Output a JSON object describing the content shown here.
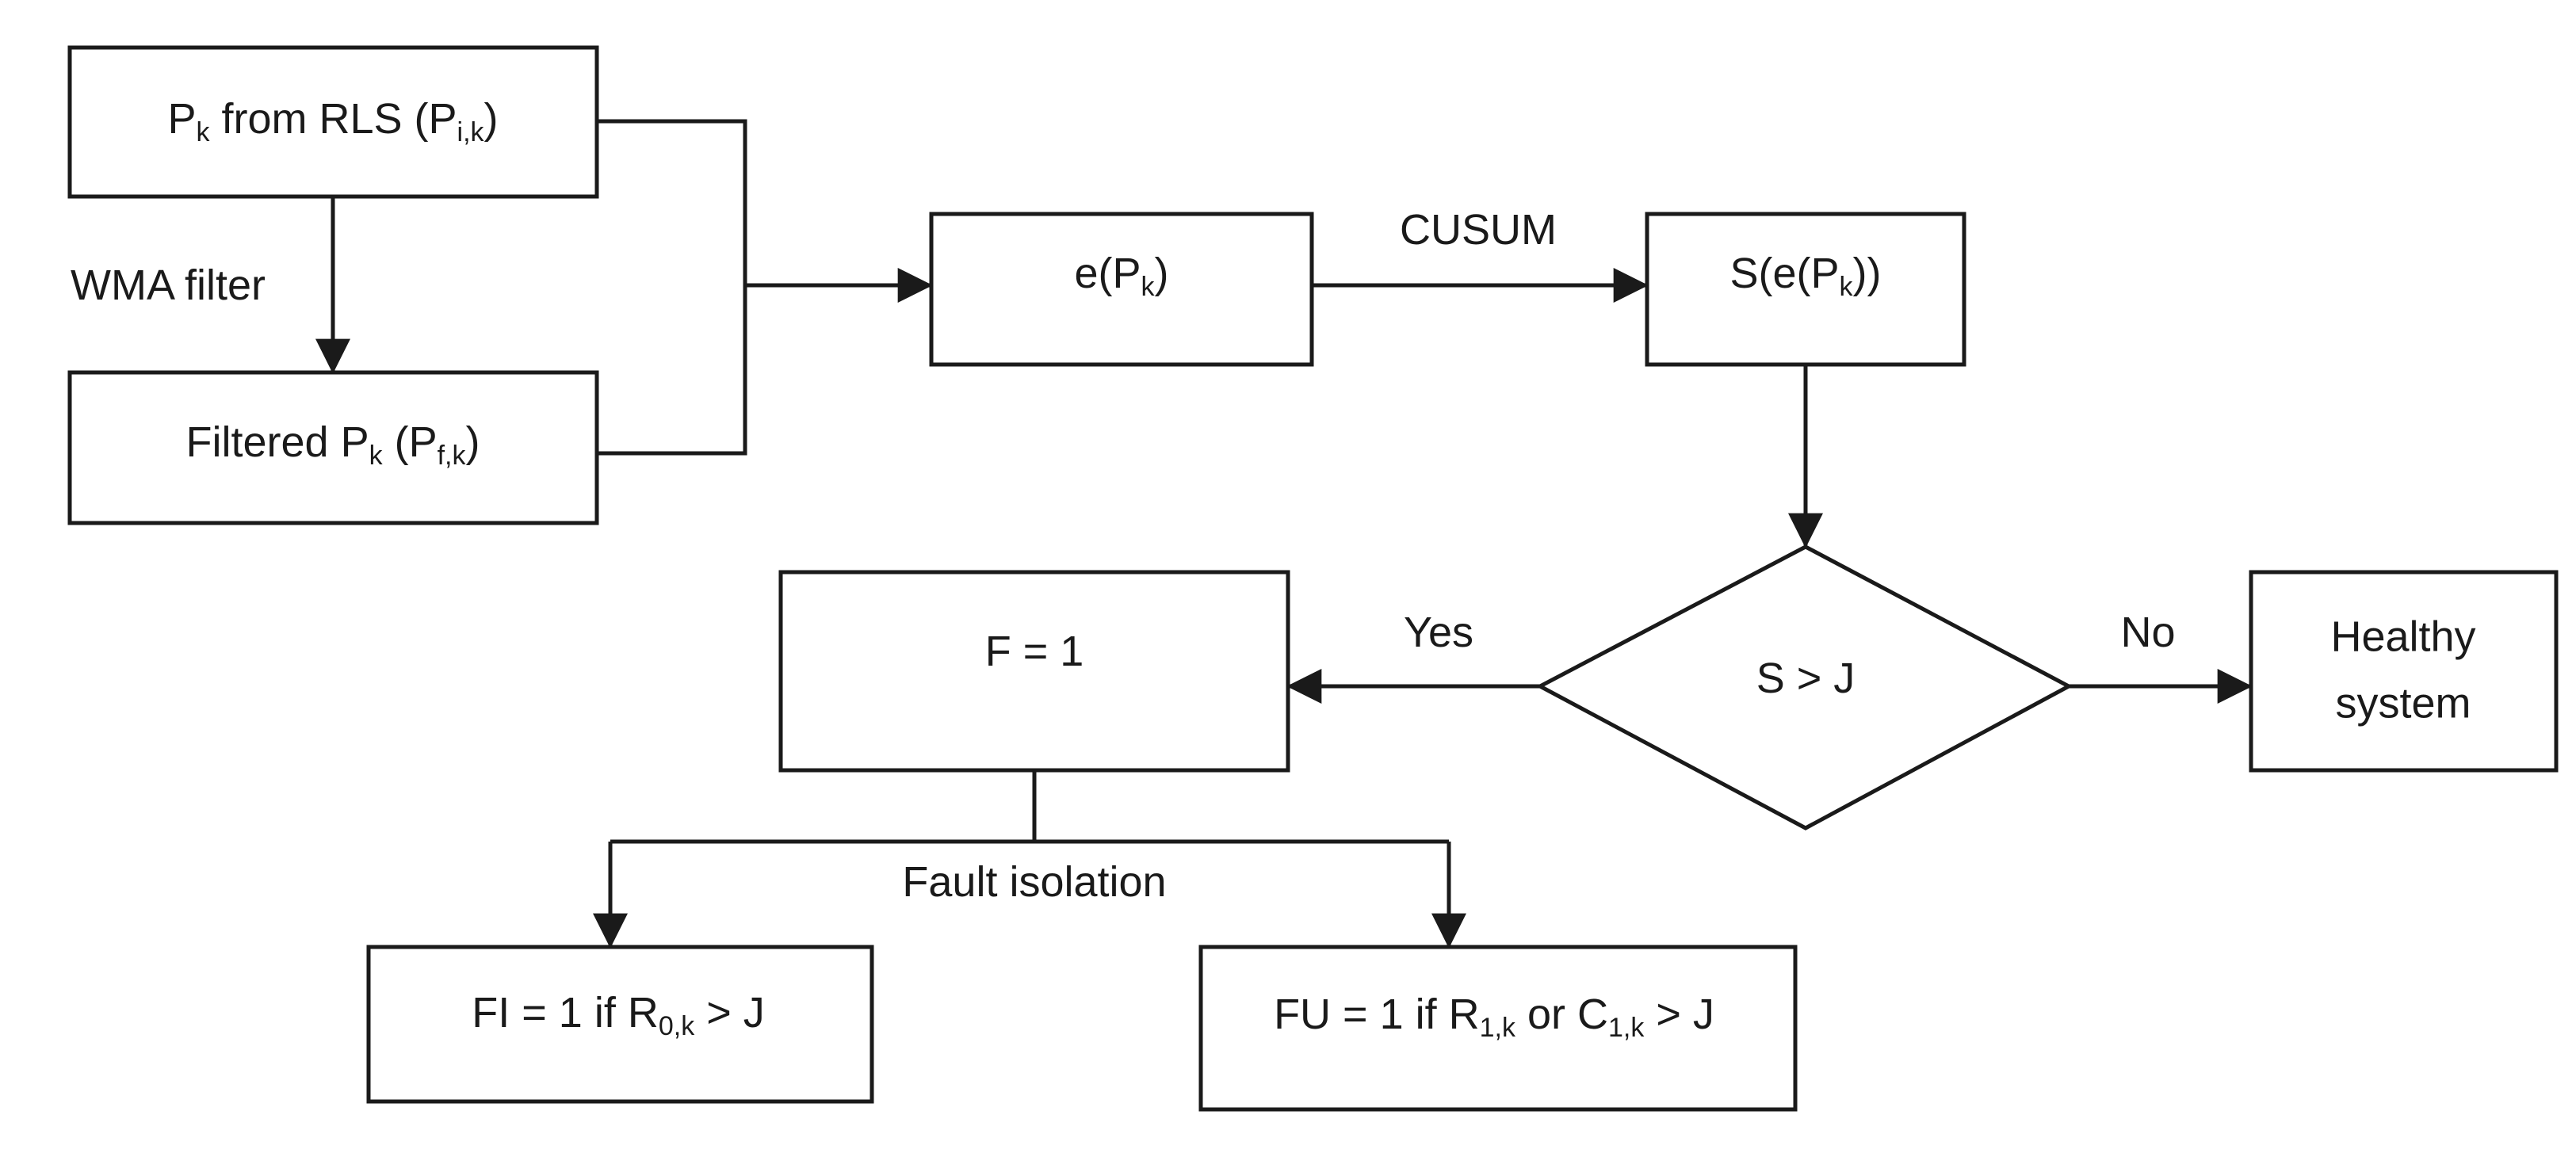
{
  "nodes": {
    "rls": {
      "main": "P",
      "sub": "k",
      "mid": " from RLS (P",
      "sub2": "i,k",
      "end": ")"
    },
    "filtered": {
      "pre": "Filtered P",
      "sub": "k",
      "mid": " (P",
      "sub2": "f,k",
      "end": ")"
    },
    "error": {
      "pre": "e(P",
      "sub": "k",
      "end": ")"
    },
    "cusum_sum": {
      "pre": "S(e(P",
      "sub": "k",
      "end": "))"
    },
    "decision": {
      "text": "S > J"
    },
    "fault_flag": {
      "text": "F = 1"
    },
    "healthy": {
      "line1": "Healthy",
      "line2": "system"
    },
    "fi": {
      "pre": "FI = 1 if R",
      "sub": "0,k",
      "end": " > J"
    },
    "fu": {
      "pre": "FU = 1 if R",
      "sub": "1,k",
      "mid": " or C",
      "sub2": "1,k",
      "end": " > J"
    }
  },
  "edge_labels": {
    "wma": "WMA filter",
    "cusum": "CUSUM",
    "yes": "Yes",
    "no": "No",
    "fault_isolation": "Fault isolation"
  },
  "colors": {
    "stroke": "#1a1a1a",
    "fill": "#ffffff",
    "text": "#1a1a1a"
  }
}
